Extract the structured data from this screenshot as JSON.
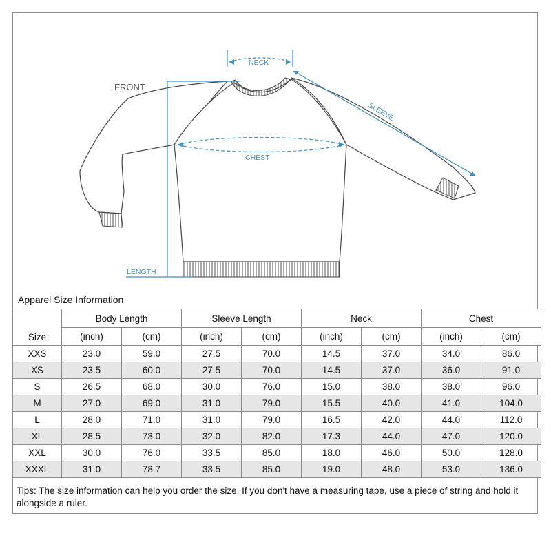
{
  "diagram": {
    "view_label": "FRONT",
    "neck_label": "NECK",
    "sleeve_label": "SLEEVE",
    "chest_label": "CHEST",
    "length_label": "LENGTH",
    "colors": {
      "measure": "#3d8fc4",
      "outline": "#444444",
      "label": "#3d8fc4",
      "view": "#555555"
    }
  },
  "table": {
    "title": "Apparel Size Information",
    "size_header": "Size",
    "groups": [
      "Body Length",
      "Sleeve Length",
      "Neck",
      "Chest"
    ],
    "units": [
      "(inch)",
      "(cm)",
      "(inch)",
      "(cm)",
      "(inch)",
      "(cm)",
      "(inch)",
      "(cm)"
    ],
    "rows": [
      [
        "XXS",
        "23.0",
        "59.0",
        "27.5",
        "70.0",
        "14.5",
        "37.0",
        "34.0",
        "86.0"
      ],
      [
        "XS",
        "23.5",
        "60.0",
        "27.5",
        "70.0",
        "14.5",
        "37.0",
        "36.0",
        "91.0"
      ],
      [
        "S",
        "26.5",
        "68.0",
        "30.0",
        "76.0",
        "15.0",
        "38.0",
        "38.0",
        "96.0"
      ],
      [
        "M",
        "27.0",
        "69.0",
        "31.0",
        "79.0",
        "15.5",
        "40.0",
        "41.0",
        "104.0"
      ],
      [
        "L",
        "28.0",
        "71.0",
        "31.0",
        "79.0",
        "16.5",
        "42.0",
        "44.0",
        "112.0"
      ],
      [
        "XL",
        "28.5",
        "73.0",
        "32.0",
        "82.0",
        "17.3",
        "44.0",
        "47.0",
        "120.0"
      ],
      [
        "XXL",
        "30.0",
        "76.0",
        "33.5",
        "85.0",
        "18.0",
        "46.0",
        "50.0",
        "128.0"
      ],
      [
        "XXXL",
        "31.0",
        "78.7",
        "33.5",
        "85.0",
        "19.0",
        "48.0",
        "53.0",
        "136.0"
      ]
    ],
    "row_shading": "#e6e6e6"
  },
  "tips": "Tips:  The size information can help you order the size. If you don't have a measuring tape, use a piece of string and hold it alongside a ruler."
}
